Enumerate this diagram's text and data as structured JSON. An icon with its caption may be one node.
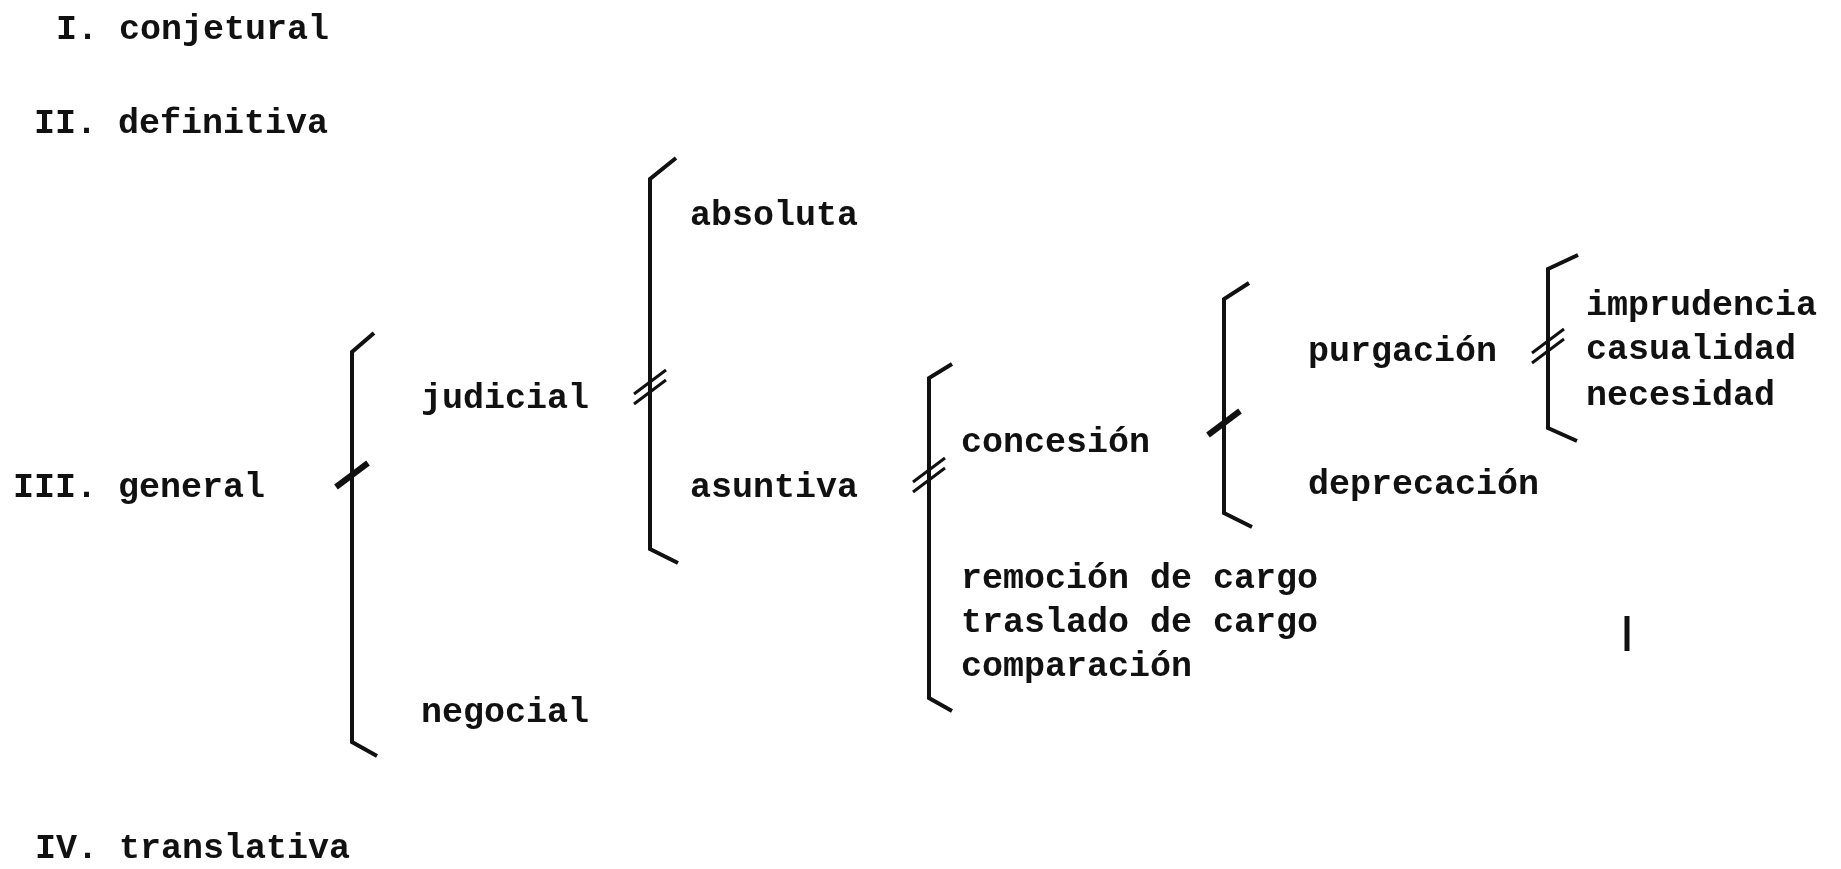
{
  "diagram": {
    "labels": [
      "I. conjetural",
      "II. definitiva",
      "absoluta",
      "imprudencia",
      "purgación",
      "casualidad",
      "judicial",
      "necesidad",
      "concesión",
      "III. general",
      "asuntiva",
      "deprecación",
      "remoción de cargo",
      "traslado de cargo",
      "comparación",
      "negocial",
      "IV. translativa"
    ]
  }
}
